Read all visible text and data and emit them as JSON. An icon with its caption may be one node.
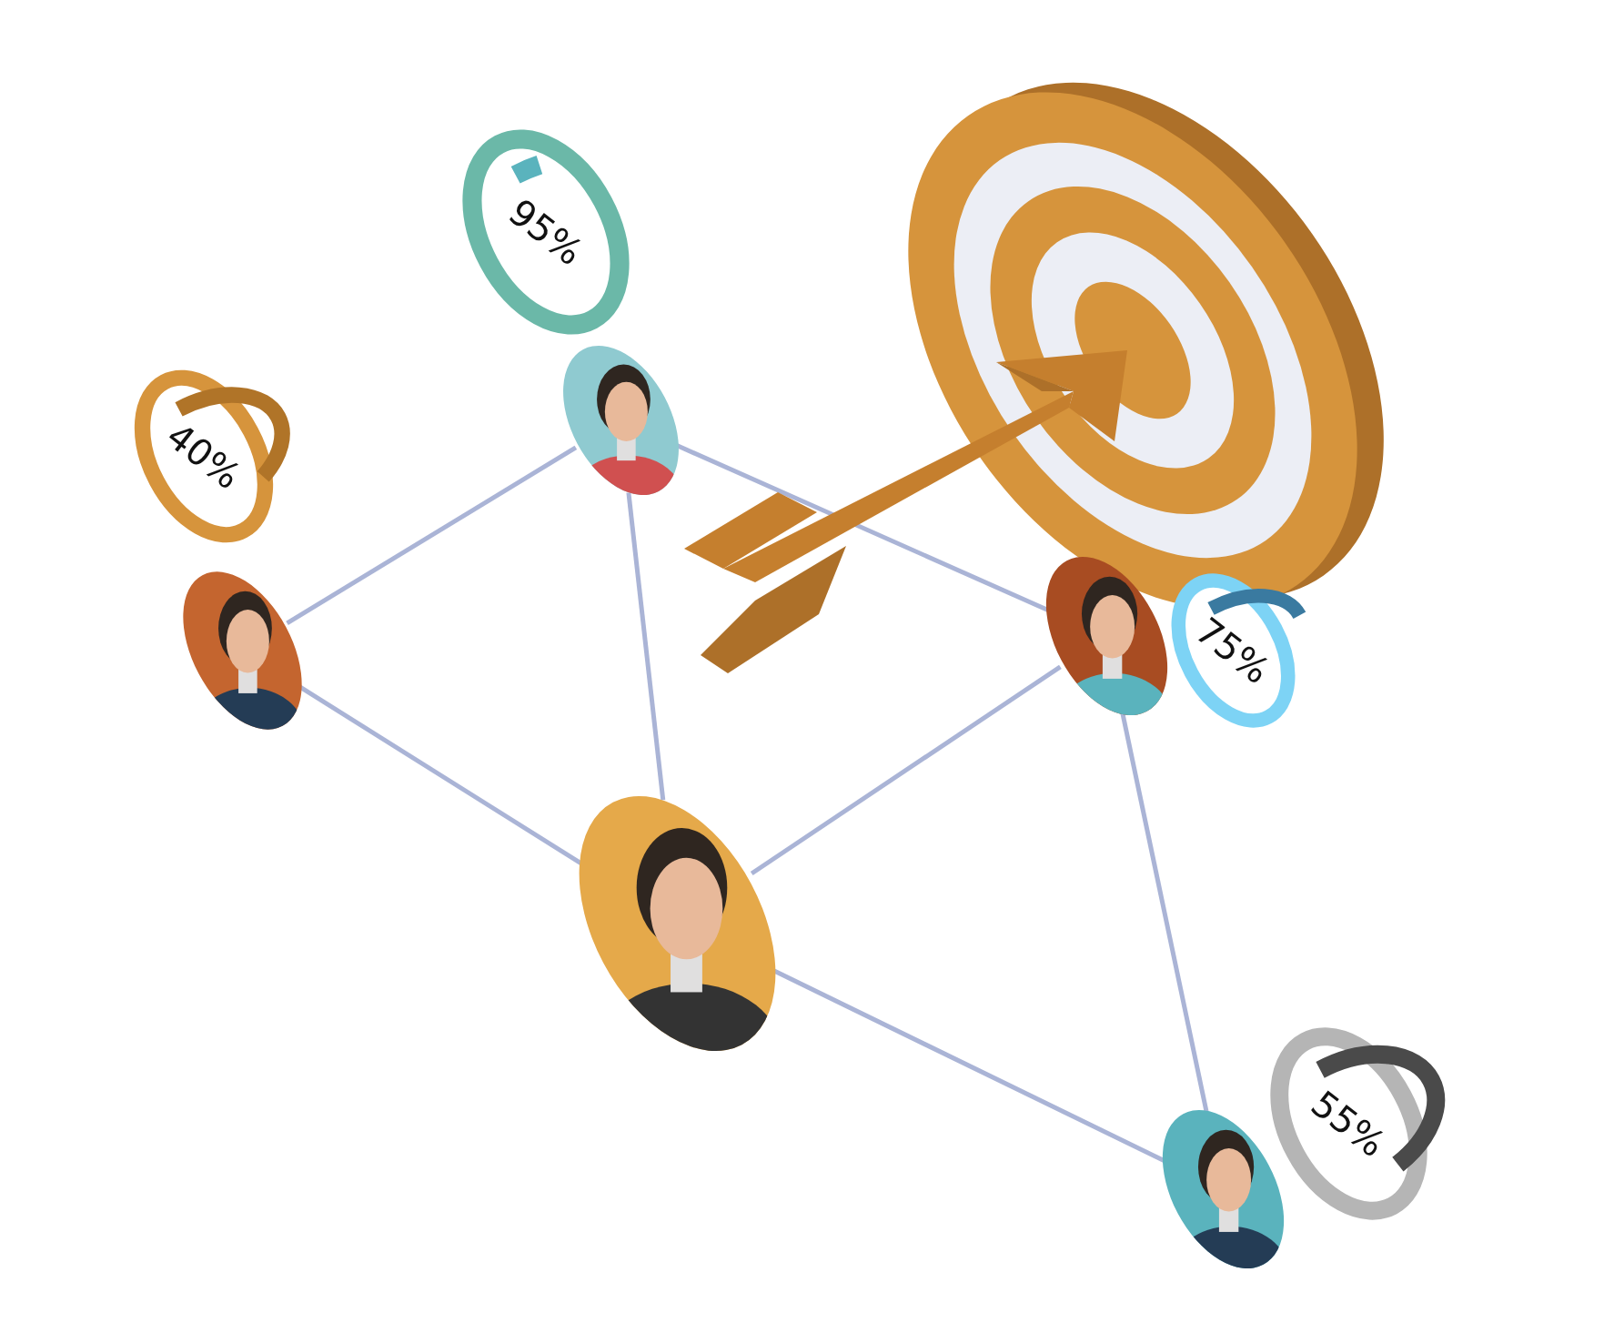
{
  "diagram": {
    "nodes": [
      {
        "text": [
          "95%"
        ]
      },
      {
        "text": [],
        "shape": "person"
      },
      {
        "text": [
          "40%"
        ]
      },
      {
        "text": [],
        "shape": "person"
      },
      {
        "text": [],
        "shape": "person"
      },
      {
        "text": [
          "75%"
        ]
      },
      {
        "text": [],
        "shape": "person"
      },
      {
        "text": [
          "55%"
        ]
      },
      {
        "text": [],
        "shape": "person"
      }
    ],
    "edges": [
      {
        "from": 3,
        "to": 1,
        "arrow": "none"
      },
      {
        "from": 1,
        "to": 4,
        "arrow": "none"
      },
      {
        "from": 1,
        "to": 6,
        "arrow": "none"
      },
      {
        "from": 3,
        "to": 6,
        "arrow": "none"
      },
      {
        "from": 6,
        "to": 4,
        "arrow": "none"
      },
      {
        "from": 4,
        "to": 8,
        "arrow": "none"
      },
      {
        "from": 6,
        "to": 8,
        "arrow": "none"
      }
    ]
  }
}
